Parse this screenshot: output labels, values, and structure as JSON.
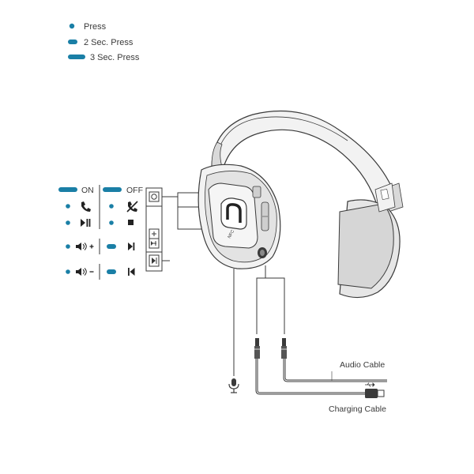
{
  "legend": {
    "items": [
      {
        "label": "Press",
        "marker": "dot"
      },
      {
        "label": "2 Sec. Press",
        "marker": "short-bar"
      },
      {
        "label": "3 Sec. Press",
        "marker": "long-bar"
      }
    ]
  },
  "controls": {
    "on_label": "ON",
    "off_label": "OFF",
    "rows": [
      {
        "left_press": "Press",
        "left_icon": "phone-icon",
        "right_press": "Press",
        "right_icon": "end-call-icon"
      },
      {
        "left_press": "Press",
        "left_icon": "play-pause-icon",
        "right_press": "Press",
        "right_icon": "stop-icon"
      },
      {
        "left_press": "Press",
        "left_icon": "volume-up-icon",
        "right_press": "2 Sec. Press",
        "right_icon": "next-track-icon"
      },
      {
        "left_press": "Press",
        "left_icon": "volume-down-icon",
        "right_press": "2 Sec. Press",
        "right_icon": "previous-track-icon"
      }
    ]
  },
  "headphone": {
    "logo_text": "NFC"
  },
  "cables": {
    "audio_label": "Audio Cable",
    "charging_label": "Charging Cable",
    "mic_icon": "microphone-icon",
    "usb_icon": "usb-icon"
  },
  "colors": {
    "accent": "#1a7fa6",
    "line": "#3a3a3a",
    "headphone_fill": "#f2f2f2",
    "headphone_shade": "#d9d9d9"
  }
}
